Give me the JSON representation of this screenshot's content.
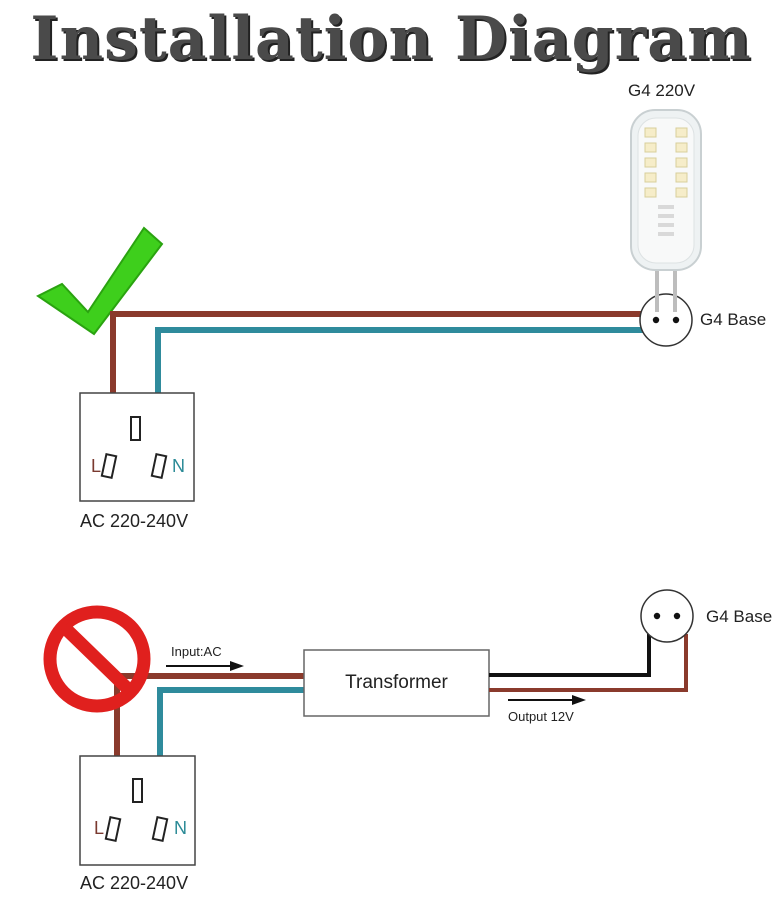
{
  "title": "Installation Diagram",
  "top": {
    "bulb_label": "G4 220V",
    "base_label": "G4 Base",
    "socket_label": "AC 220-240V",
    "live_label": "L",
    "neutral_label": "N"
  },
  "bottom": {
    "base_label": "G4 Base",
    "socket_label": "AC 220-240V",
    "live_label": "L",
    "neutral_label": "N",
    "transformer_label": "Transformer",
    "input_label": "Input:AC",
    "output_label": "Output 12V"
  },
  "colors": {
    "live_wire": "#8a3a2c",
    "neutral_wire": "#2f8b9c",
    "output_wire": "#111111",
    "check": "#3ecf1c",
    "prohibit": "#e0201e"
  },
  "icons": [
    "checkmark-icon",
    "prohibited-icon",
    "led-bulb-icon"
  ]
}
